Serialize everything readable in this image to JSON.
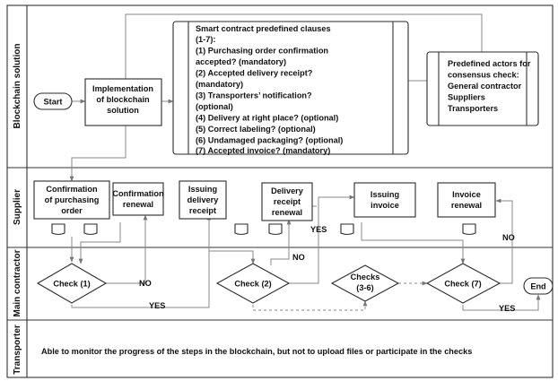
{
  "lanes": {
    "blockchain": "Blockchain solution",
    "supplier": "Supplier",
    "contractor": "Main contractor",
    "transporter": "Transporter"
  },
  "start": "Start",
  "end": "End",
  "implementation": [
    "Implementation",
    "of blockchain",
    "solution"
  ],
  "clauses": [
    "Smart contract predefined clauses",
    "(1-7):",
    "(1) Purchasing order confirmation",
    "accepted? (mandatory)",
    "(2) Accepted delivery receipt?",
    "(mandatory)",
    "(3) Transporters’ notification?",
    "(optional)",
    "(4) Delivery at right place? (optional)",
    "(5) Correct labeling? (optional)",
    "(6) Undamaged packaging?  (optional)",
    "(7) Accepted invoice? (mandatory)"
  ],
  "actors": [
    "Predefined actors for",
    "consensus check:",
    "General contractor",
    "Suppliers",
    "Transporters"
  ],
  "supplier_tasks": {
    "confirmation": [
      "Confirmation",
      "of purchasing",
      "order"
    ],
    "confirmation_renewal": [
      "Confirmation",
      "renewal"
    ],
    "issuing_delivery": [
      "Issuing",
      "delivery",
      "receipt"
    ],
    "delivery_renewal": [
      "Delivery",
      "receipt",
      "renewal"
    ],
    "issuing_invoice": [
      "Issuing",
      "invoice"
    ],
    "invoice_renewal": [
      "Invoice",
      "renewal"
    ]
  },
  "checks": {
    "check1": "Check (1)",
    "check2": "Check (2)",
    "checks36": [
      "Checks",
      "(3-6)"
    ],
    "check7": "Check (7)"
  },
  "labels": {
    "yes": "YES",
    "no": "NO"
  },
  "transporter_note": "Able to monitor the progress of the steps in the blockchain, but not to upload files or participate in the checks"
}
